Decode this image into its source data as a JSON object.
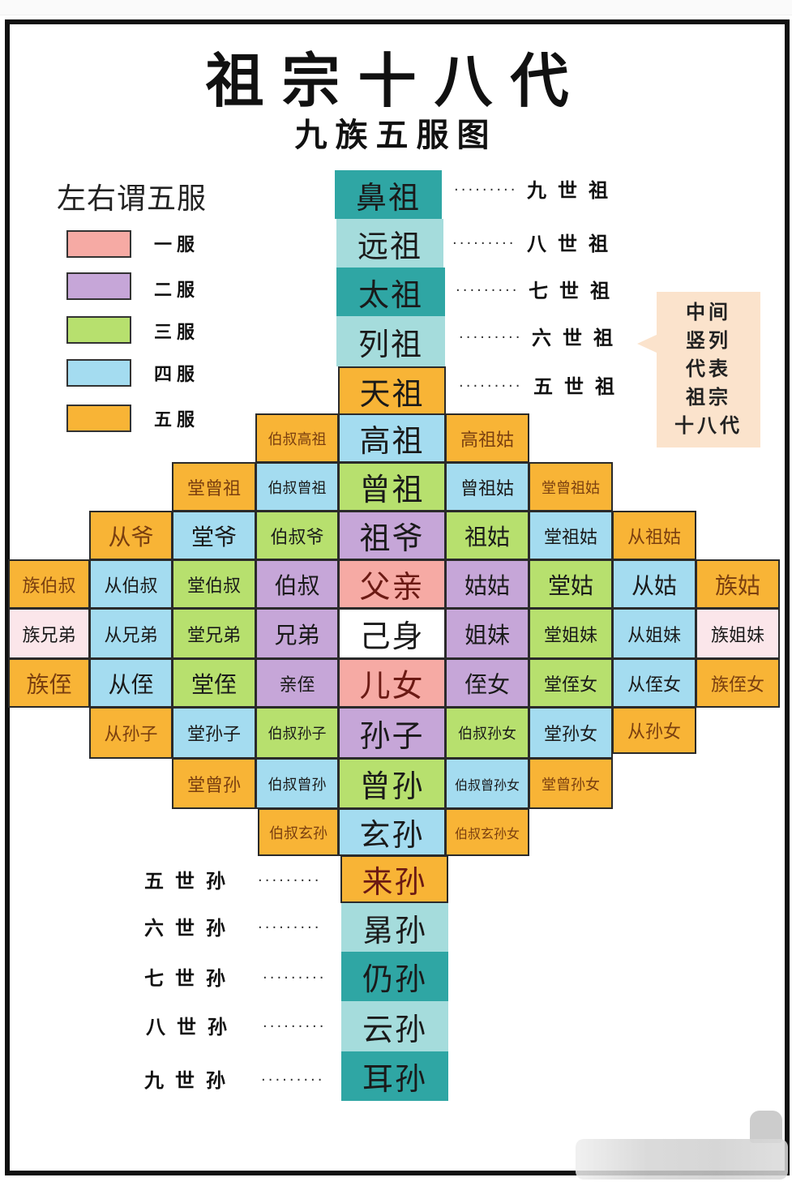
{
  "title": "祖宗十八代",
  "subtitle": "九族五服图",
  "legend": {
    "title": "左右谓五服",
    "items": [
      {
        "label": "一服",
        "color": "#f6aaa4"
      },
      {
        "label": "二服",
        "color": "#c6a6d8"
      },
      {
        "label": "三服",
        "color": "#b7e06e"
      },
      {
        "label": "四服",
        "color": "#a4dcf0"
      },
      {
        "label": "五服",
        "color": "#f8b436"
      }
    ]
  },
  "colors": {
    "dark_teal": "#2fa6a4",
    "light_teal": "#a5dcdc",
    "self": "#ffffff",
    "pale_pink": "#fbe6ea",
    "bubble": "#fbe3cc",
    "frame": "#111111"
  },
  "ancestors_top": [
    {
      "name": "鼻祖",
      "note": "九世祖"
    },
    {
      "name": "远祖",
      "note": "八世祖"
    },
    {
      "name": "太祖",
      "note": "七世祖"
    },
    {
      "name": "列祖",
      "note": "六世祖"
    },
    {
      "name": "天祖",
      "note": "五世祖"
    }
  ],
  "descendants_bottom": [
    {
      "name": "来孙",
      "note": "五世孙"
    },
    {
      "name": "晜孙",
      "note": "六世孙"
    },
    {
      "name": "仍孙",
      "note": "七世孙"
    },
    {
      "name": "云孙",
      "note": "八世孙"
    },
    {
      "name": "耳孙",
      "note": "九世孙"
    }
  ],
  "dots": "·········",
  "bubble_lines": [
    "中间",
    "竖列",
    "代表",
    "祖宗",
    "十八代"
  ],
  "grid": {
    "gaozu_row": [
      "伯叔高祖",
      "高祖",
      "高祖姑"
    ],
    "zengzu_row": [
      "堂曾祖",
      "伯叔曾祖",
      "曾祖",
      "曾祖姑",
      "堂曾祖姑"
    ],
    "zuye_row": [
      "从爷",
      "堂爷",
      "伯叔爷",
      "祖爷",
      "祖姑",
      "堂祖姑",
      "从祖姑"
    ],
    "fuqin_row": [
      "族伯叔",
      "从伯叔",
      "堂伯叔",
      "伯叔",
      "父亲",
      "姑姑",
      "堂姑",
      "从姑",
      "族姑"
    ],
    "jishen_row": [
      "族兄弟",
      "从兄弟",
      "堂兄弟",
      "兄弟",
      "己身",
      "姐妹",
      "堂姐妹",
      "从姐妹",
      "族姐妹"
    ],
    "ernv_row": [
      "族侄",
      "从侄",
      "堂侄",
      "亲侄",
      "儿女",
      "侄女",
      "堂侄女",
      "从侄女",
      "族侄女"
    ],
    "sunzi_row": [
      "从孙子",
      "堂孙子",
      "伯叔孙子",
      "孙子",
      "伯叔孙女",
      "堂孙女",
      "从孙女"
    ],
    "zengsun_row": [
      "堂曾孙",
      "伯叔曾孙",
      "曾孙",
      "伯叔曾孙女",
      "堂曾孙女"
    ],
    "xuansun_row": [
      "伯叔玄孙",
      "玄孙",
      "伯叔玄孙女"
    ]
  }
}
